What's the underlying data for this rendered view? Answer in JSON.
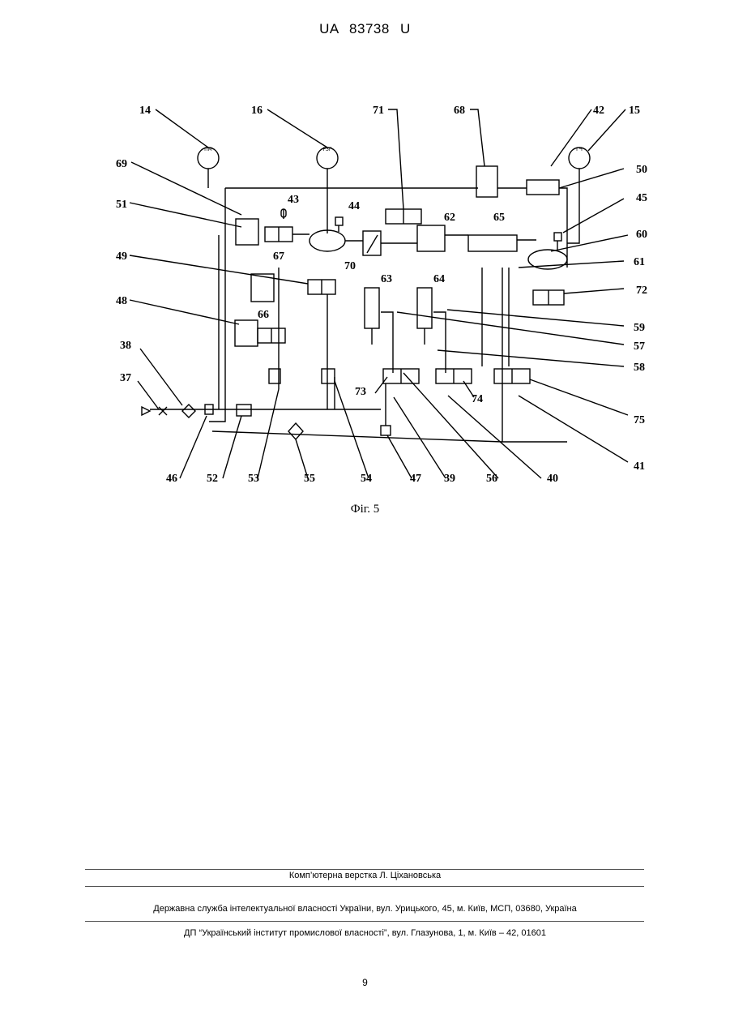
{
  "header": {
    "patent": "UA 83738 U"
  },
  "figure": {
    "caption": "Фіг. 5",
    "gauges": {
      "g14": "ПМ",
      "g16": "РЗГ",
      "g15": "ГЧ"
    },
    "refs": {
      "r14": "14",
      "r16": "16",
      "r71": "71",
      "r68": "68",
      "r42": "42",
      "r15": "15",
      "r69": "69",
      "r50": "50",
      "r51": "51",
      "r43": "43",
      "r44": "44",
      "r62": "62",
      "r65": "65",
      "r45": "45",
      "r60": "60",
      "r49": "49",
      "r67": "67",
      "r70": "70",
      "r61": "61",
      "r63": "63",
      "r64": "64",
      "r72": "72",
      "r48": "48",
      "r66": "66",
      "r59": "59",
      "r57": "57",
      "r38": "38",
      "r58": "58",
      "r37": "37",
      "r73": "73",
      "r74": "74",
      "r75": "75",
      "r41": "41",
      "r46": "46",
      "r52": "52",
      "r53": "53",
      "r55": "55",
      "r54": "54",
      "r47": "47",
      "r39": "39",
      "r56": "56",
      "r40": "40"
    }
  },
  "footer": {
    "line1": "Комп’ютерна верстка Л. Ціхановська",
    "line2": "Державна служба інтелектуальної власності України, вул. Урицького, 45, м. Київ, МСП, 03680, Україна",
    "line3": "ДП “Український інститут промислової власності”, вул. Глазунова, 1, м. Київ – 42, 01601"
  },
  "page_number": "9"
}
